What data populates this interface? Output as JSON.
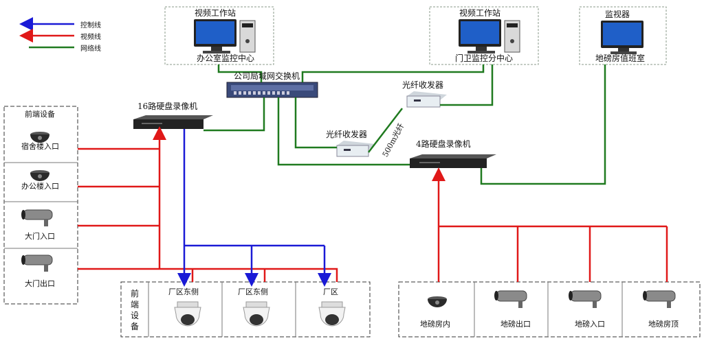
{
  "legend": {
    "control": {
      "label": "控制线",
      "color": "#1a1ad6"
    },
    "video": {
      "label": "视频线",
      "color": "#e01818"
    },
    "network": {
      "label": "网络线",
      "color": "#1f7a1f"
    }
  },
  "workstation_office": {
    "title": "视频工作站",
    "caption": "办公室监控中心"
  },
  "workstation_gate": {
    "title": "视频工作站",
    "caption": "门卫监控分中心"
  },
  "monitor_room": {
    "title": "监视器",
    "caption": "地磅房值班室"
  },
  "switch": {
    "label": "公司局域网交换机"
  },
  "dvr16": {
    "label": "16路硬盘录像机"
  },
  "dvr4": {
    "label": "4路硬盘录像机"
  },
  "transceiver_a": {
    "label": "光纤收发器"
  },
  "transceiver_b": {
    "label": "光纤收发器"
  },
  "fiber": {
    "label": "500m光纤"
  },
  "front_left": {
    "title": "前端设备",
    "cameras": [
      "宿舍楼入口",
      "办公楼入口",
      "大门入口",
      "大门出口"
    ]
  },
  "front_bottom": {
    "side_title": "前端设备",
    "cameras": [
      "厂区东侧",
      "厂区东侧",
      "厂区"
    ]
  },
  "front_right": {
    "cameras": [
      "地磅房内",
      "地磅出口",
      "地磅入口",
      "地磅房顶"
    ]
  }
}
